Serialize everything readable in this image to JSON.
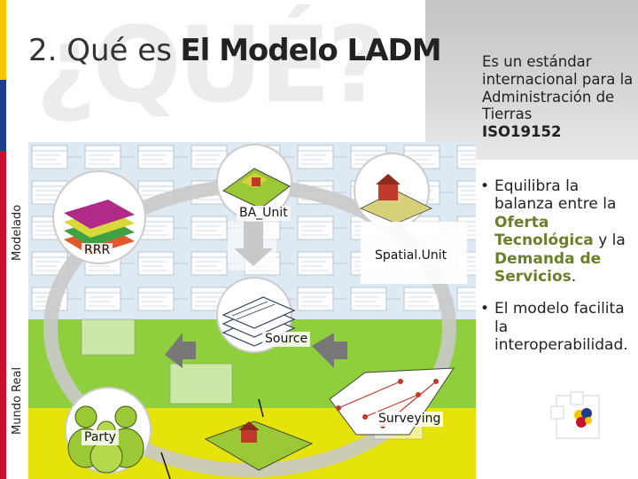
{
  "watermark": "¿QUÉ?",
  "title": {
    "prefix": "2. Qué es",
    "emphasis": "El Modelo LADM"
  },
  "intro": {
    "text": "Es un estándar internacional para la Administración de Tierras",
    "standard": "ISO19152"
  },
  "bullets": [
    {
      "marker": "•",
      "before": "Equilibra la balanza entre la",
      "hl1": "Oferta Tecnológica",
      "middle": "y la",
      "hl2": "Demanda de Servicios",
      "after": "."
    },
    {
      "marker": "•",
      "text": "El modelo facilita la interoperabilidad."
    }
  ],
  "side_labels": {
    "top": "Modelado",
    "bottom": "Mundo Real"
  },
  "diagram_labels": {
    "ba_unit": "BA_Unit",
    "rrr": "RRR",
    "spatial_unit": "Spatial.Unit",
    "source": "Source",
    "surveying": "Surveying",
    "party": "Party"
  },
  "colors": {
    "strip_yellow": "#f7c600",
    "strip_blue": "#1c3d8f",
    "strip_red": "#c8102e",
    "model_bg": "#dfe9f2",
    "real_bg_green": "#8fce3c",
    "real_bg_yellow": "#f4e600",
    "highlight": "#6b7f2a"
  },
  "icons": [
    "layers-icon",
    "house-icon",
    "arrow-down-icon",
    "arrow-up-icon",
    "document-stack-icon",
    "people-icon",
    "survey-network-icon",
    "land-parcel-icon",
    "logo-icon"
  ]
}
